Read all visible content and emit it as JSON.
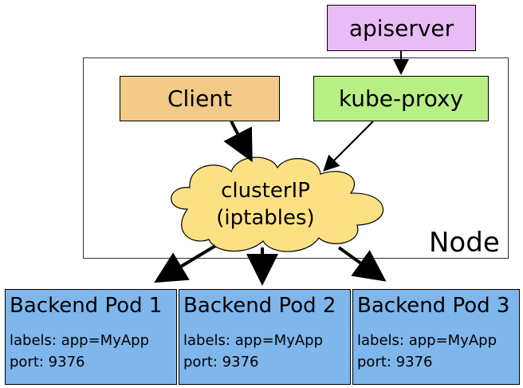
{
  "apiserver": {
    "label": "apiserver"
  },
  "client": {
    "label": "Client"
  },
  "kube_proxy": {
    "label": "kube-proxy"
  },
  "cluster_ip": {
    "line1": "clusterIP",
    "line2": "(iptables)"
  },
  "node": {
    "label": "Node"
  },
  "pods": [
    {
      "title": "Backend Pod 1",
      "labels": "labels: app=MyApp",
      "port": "port: 9376"
    },
    {
      "title": "Backend Pod 2",
      "labels": "labels: app=MyApp",
      "port": "port: 9376"
    },
    {
      "title": "Backend Pod 3",
      "labels": "labels: app=MyApp",
      "port": "port: 9376"
    }
  ],
  "colors": {
    "apiserver": "#e9bcf5",
    "client": "#f1cb87",
    "kube_proxy": "#b8ef85",
    "cluster_ip": "#fce184",
    "pod": "#7fb6ec"
  }
}
